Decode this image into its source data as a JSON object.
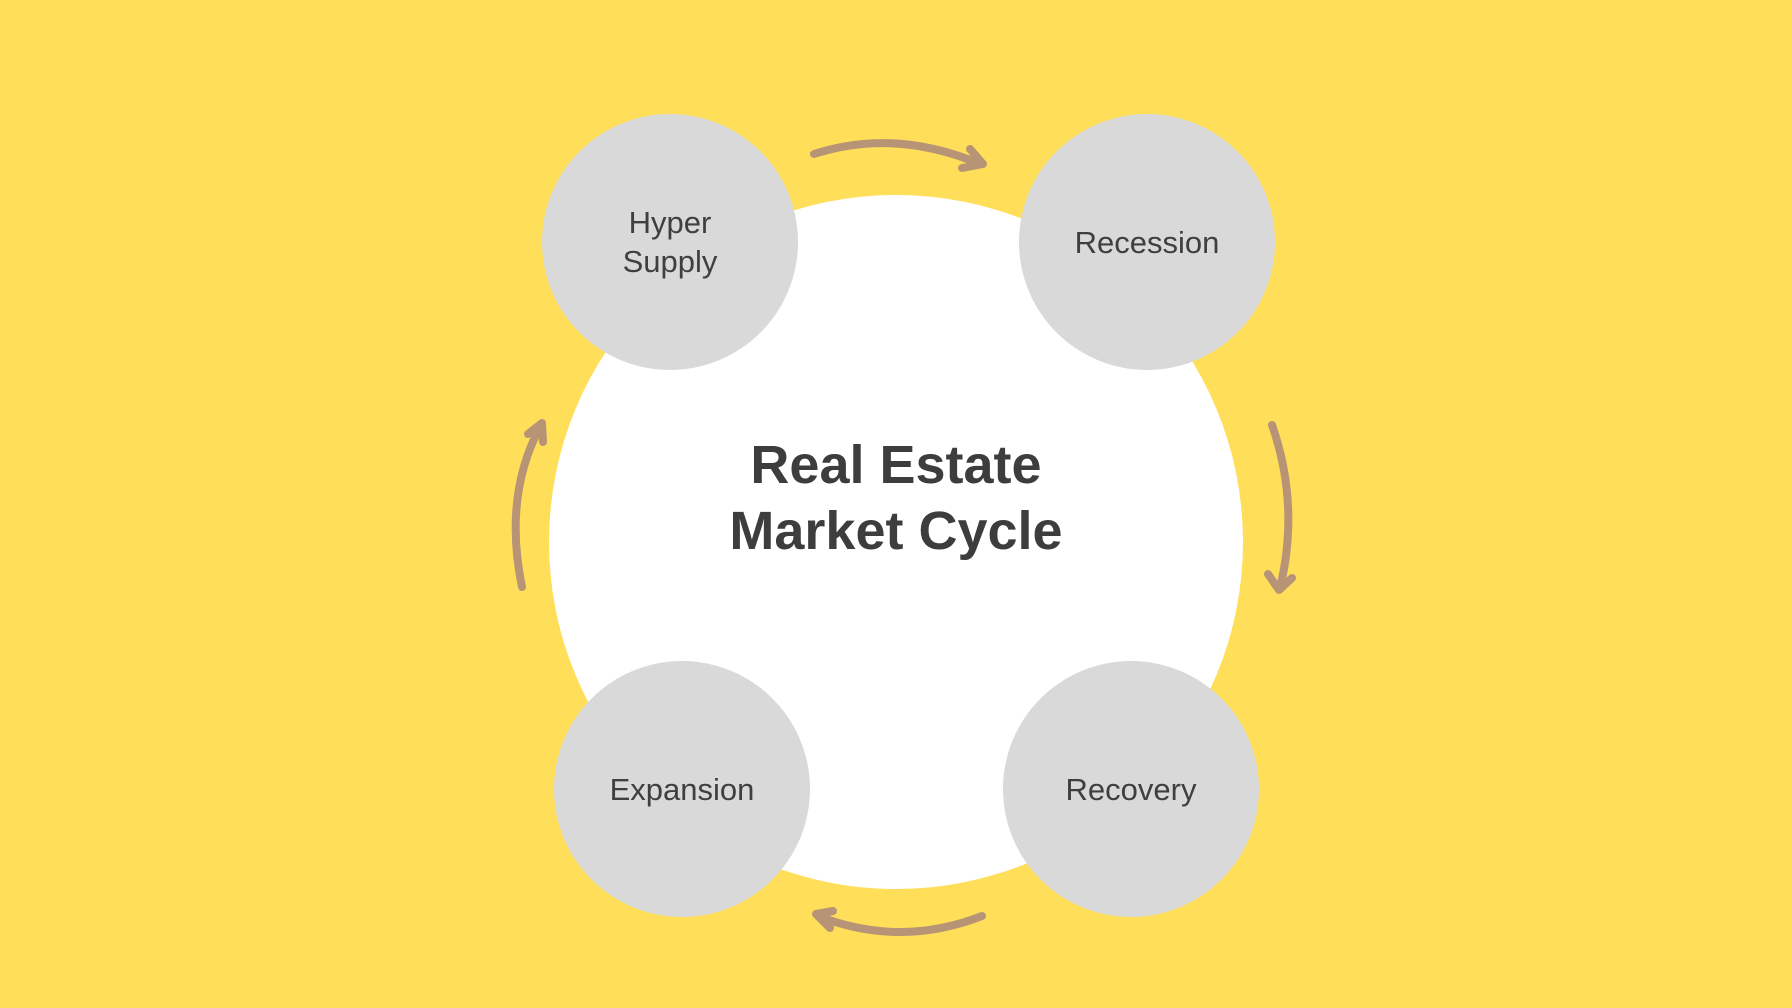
{
  "title": {
    "line1": "Real Estate",
    "line2": "Market Cycle"
  },
  "stages": [
    {
      "line1": "Hyper",
      "line2": "Supply"
    },
    {
      "label": "Recession"
    },
    {
      "label": "Recovery"
    },
    {
      "label": "Expansion"
    }
  ],
  "colors": {
    "background": "#ffde59",
    "center": "#ffffff",
    "stage": "#d9d9d9",
    "arrow": "#b89476",
    "text": "#3d3d3d"
  }
}
